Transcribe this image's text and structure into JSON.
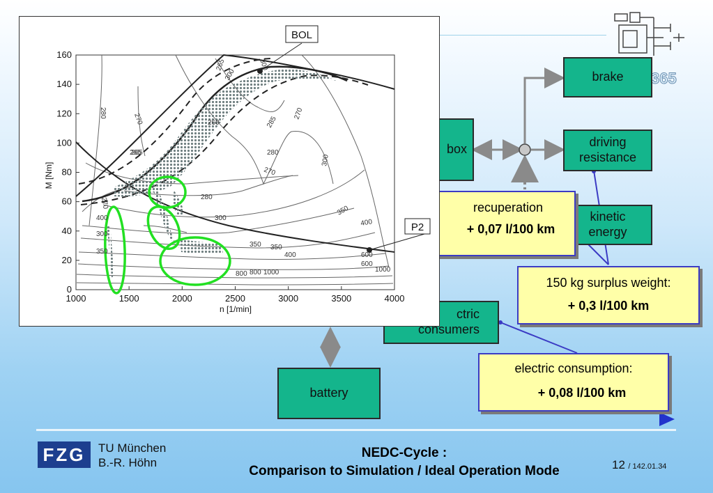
{
  "chart": {
    "bol_label": "BOL",
    "p2_label": "P2",
    "x_label": "n [1/min]",
    "y_label": "M [Nm]",
    "x_ticks": [
      "1000",
      "1500",
      "2000",
      "2500",
      "3000",
      "3500",
      "4000"
    ],
    "y_ticks": [
      "0",
      "20",
      "40",
      "60",
      "80",
      "100",
      "120",
      "140",
      "160"
    ],
    "contour_labels": [
      "265",
      "300",
      "280",
      "270",
      "260",
      "265",
      "285",
      "270",
      "280",
      "270",
      "300",
      "350",
      "400",
      "350",
      "400",
      "600",
      "1000",
      "800",
      "1000",
      "265",
      "280",
      "300",
      "400",
      "350",
      "350",
      "300",
      "600",
      "800",
      "300",
      "270"
    ]
  },
  "boxes": {
    "brake": "brake",
    "gearbox": "box",
    "driving_resistance_1": "driving",
    "driving_resistance_2": "resistance",
    "kinetic_1": "kinetic",
    "kinetic_2": "energy",
    "electric_1": "ctric",
    "electric_2": "consumers",
    "battery": "battery"
  },
  "callouts": {
    "recuperation_title": "recuperation",
    "recuperation_value": "+ 0,07 l/100 km",
    "weight_title": "150 kg surplus weight:",
    "weight_value": "+ 0,3 l/100 km",
    "electric_title": "electric consumption:",
    "electric_value": "+ 0,08 l/100 km"
  },
  "logo_fragment": "365",
  "footer": {
    "logo_text": "FZG",
    "institution": "TU München",
    "author": "B.-R. Höhn",
    "title_line1": "NEDC-Cycle :",
    "title_line2": "Comparison to Simulation / Ideal Operation Mode",
    "page_number": "12",
    "page_suffix": "/ 142.01.34"
  },
  "colors": {
    "box_green": "#14b58c",
    "callout_yellow": "#ffffa8",
    "callout_border": "#3b3bc4",
    "ellipse_green": "#22e022",
    "arrow_gray": "#8a8a8a"
  }
}
